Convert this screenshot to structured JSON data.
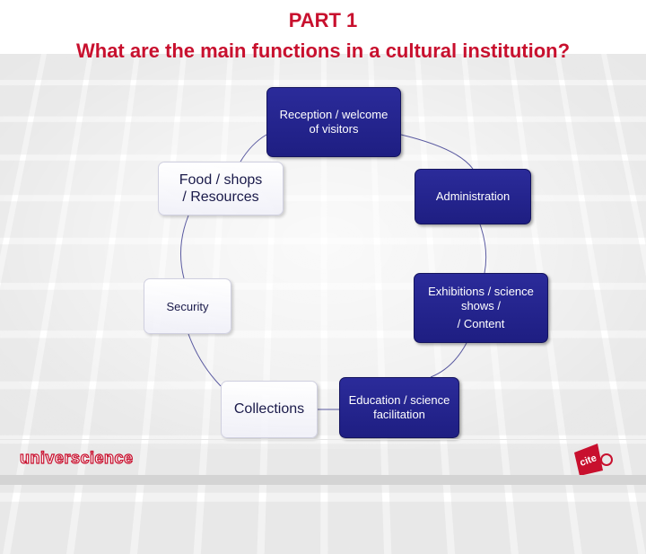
{
  "header": {
    "title": "PART 1",
    "subtitle": "What are the main functions in a cultural institution?"
  },
  "diagram": {
    "nodes": [
      {
        "id": "reception",
        "lines": [
          "Reception / welcome",
          "of visitors"
        ]
      },
      {
        "id": "food",
        "lines": [
          "Food / shops",
          "/ Resources"
        ]
      },
      {
        "id": "administration",
        "lines": [
          "Administration"
        ]
      },
      {
        "id": "security",
        "lines": [
          "Security"
        ]
      },
      {
        "id": "exhibitions",
        "lines": [
          "Exhibitions / science",
          "shows /",
          "/ Content"
        ]
      },
      {
        "id": "collections",
        "lines": [
          "Collections"
        ]
      },
      {
        "id": "education",
        "lines": [
          "Education / science",
          "facilitation"
        ]
      }
    ]
  },
  "footer": {
    "brand": "universcience",
    "logo_text": "cite"
  },
  "colors": {
    "title": "#c8102e",
    "node_dark": "#1e1e82",
    "node_light": "#ffffff",
    "connector": "#5a5aa0",
    "brand": "#c8102e"
  }
}
